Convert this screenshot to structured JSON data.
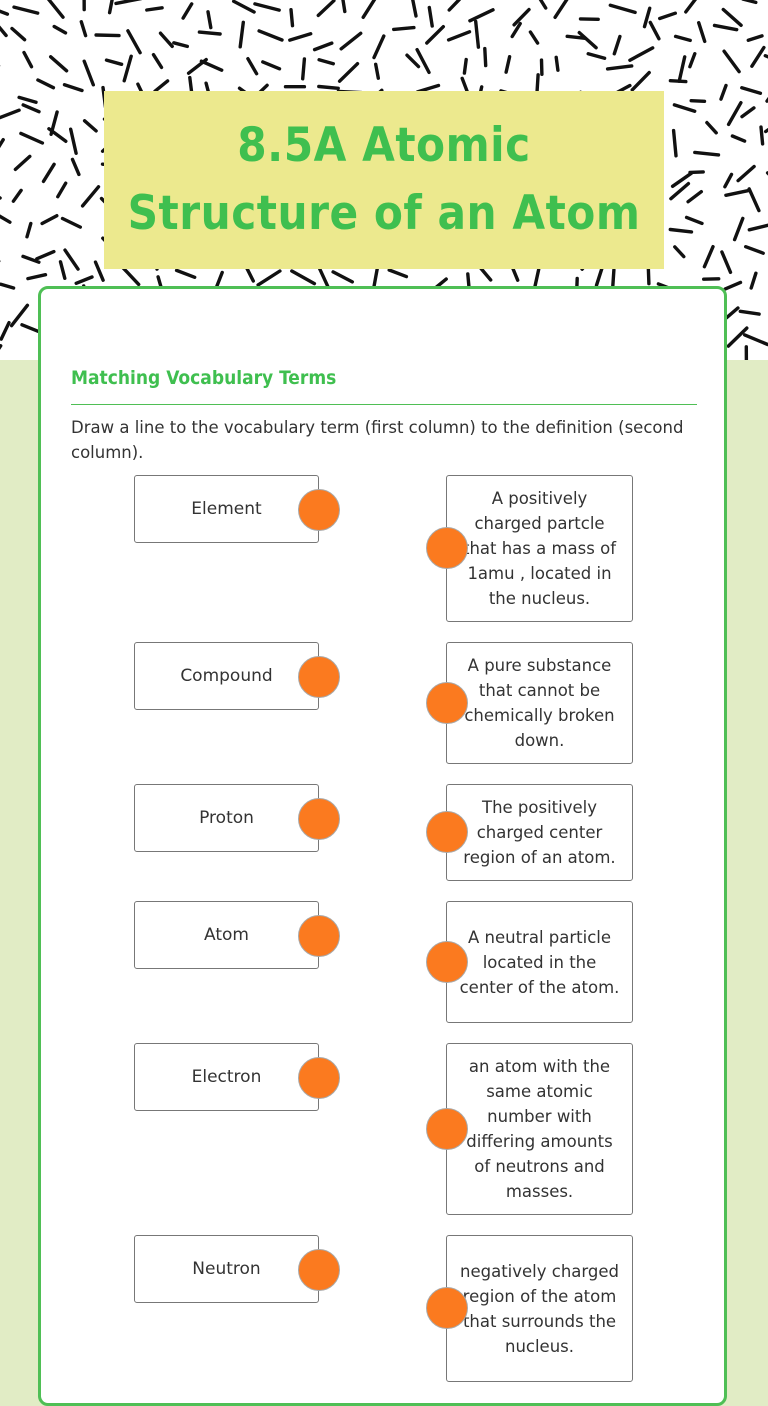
{
  "title": "8.5A Atomic Structure of an Atom",
  "section": {
    "title": "Matching Vocabulary Terms",
    "instructions": "Draw a line to the vocabulary term (first column) to the definition (second column)."
  },
  "terms": [
    "Element",
    "Compound",
    "Proton",
    "Atom",
    "Electron",
    "Neutron"
  ],
  "definitions": [
    "A positively charged partcle that has a mass of 1amu , located in the nucleus.",
    "A pure substance that cannot be chemically broken down.",
    "The positively charged center region of an atom.",
    "A neutral particle located in the center of the atom.",
    "an atom with the same atomic number with differing amounts of neutrons and masses.",
    "negatively charged region of the atom that surrounds the nucleus."
  ],
  "colors": {
    "accent_green": "#3fbf4f",
    "title_bg": "#ece98e",
    "page_bg": "#e1ecc5",
    "dot_orange": "#fb7a1f"
  },
  "icons": [
    "connector-dot"
  ]
}
